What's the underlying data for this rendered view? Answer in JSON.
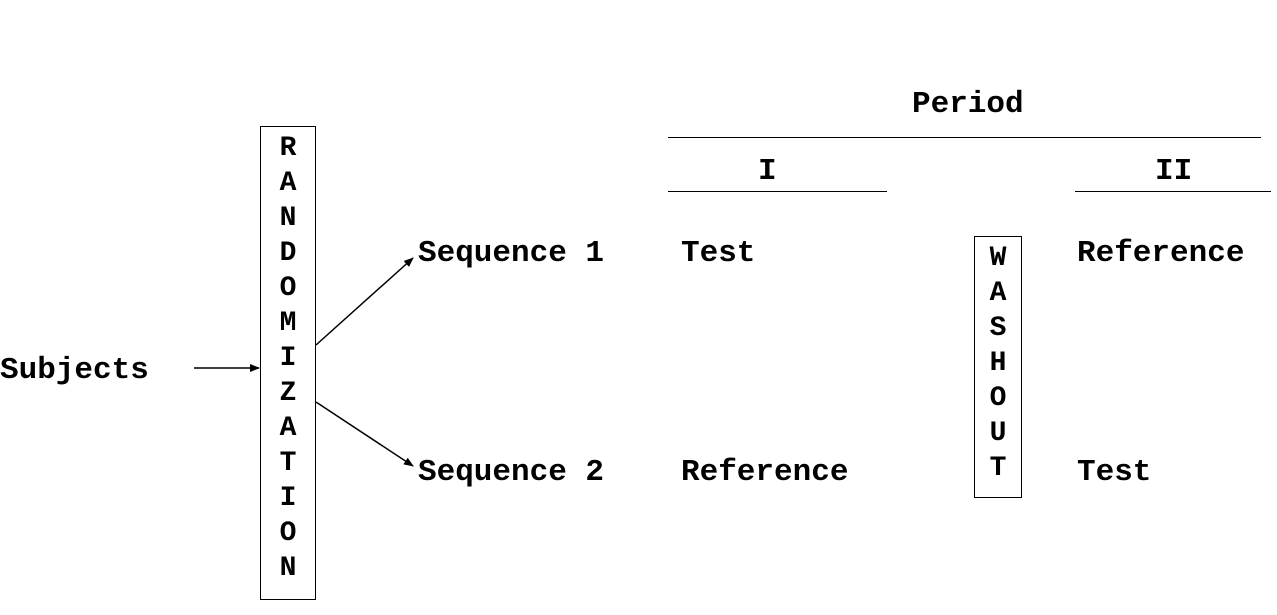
{
  "period": {
    "title": "Period",
    "period_one": "I",
    "period_two": "II"
  },
  "subjects_label": "Subjects",
  "randomization_text": "R\nA\nN\nD\nO\nM\nI\nZ\nA\nT\nI\nO\nN",
  "washout_text": "W\nA\nS\nH\nO\nU\nT",
  "sequences": [
    {
      "label": "Sequence 1",
      "period_one": "Test",
      "period_two": "Reference"
    },
    {
      "label": "Sequence 2",
      "period_one": "Reference",
      "period_two": "Test"
    }
  ]
}
